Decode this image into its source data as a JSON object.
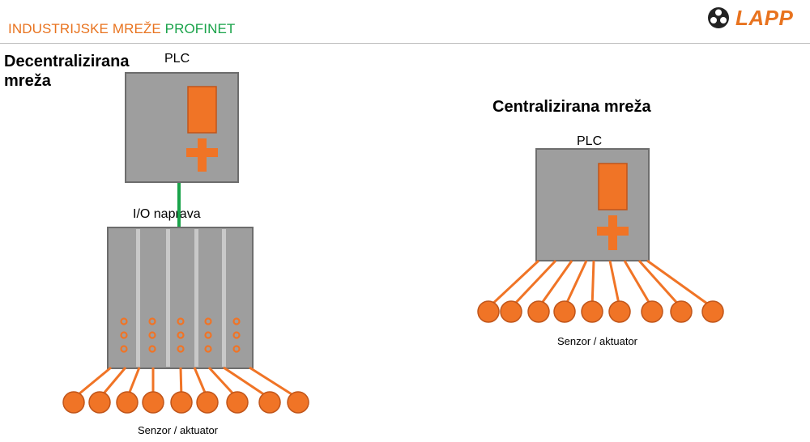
{
  "header": {
    "title_part1": "INDUSTRIJSKE MREŽE",
    "title_part2": "PROFINET"
  },
  "logo": {
    "text": "LAPP",
    "icon": "lapp-cable-icon"
  },
  "decentral": {
    "heading_line1": "Decentralizirana",
    "heading_line2": "mreža",
    "plc_label": "PLC",
    "io_label": "I/O naprava",
    "sensor_label": "Senzor / aktuator",
    "sensor_count": 9,
    "io_modules": 5
  },
  "central": {
    "heading": "Centralizirana mreža",
    "plc_label": "PLC",
    "sensor_label": "Senzor / aktuator",
    "sensor_count": 9
  },
  "colors": {
    "orange": "#f07426",
    "orange_dark": "#c0551a",
    "device_gray": "#9e9e9e",
    "device_border": "#6d6d6d",
    "profinet_green": "#1aa34a",
    "header_orange": "#e8731f"
  }
}
